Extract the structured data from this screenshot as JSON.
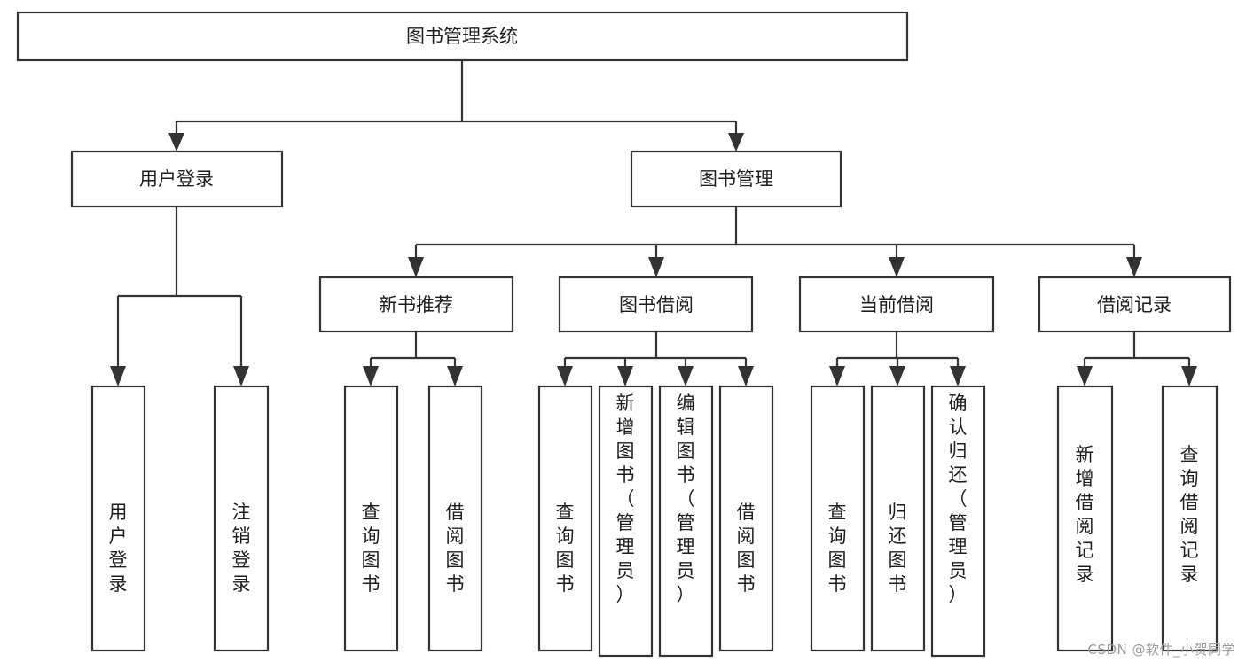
{
  "diagram": {
    "type": "tree-hierarchy",
    "title": "图书管理系统",
    "colors": {
      "box_fill": "#ffffff",
      "box_stroke": "#333333",
      "text": "#1d1d1d",
      "background": "#ffffff",
      "watermark": "#9b9b9b"
    },
    "root": {
      "label": "图书管理系统"
    },
    "level2": [
      {
        "id": "user-login",
        "label": "用户登录"
      },
      {
        "id": "book-management",
        "label": "图书管理"
      }
    ],
    "level3": [
      {
        "id": "new-book-recommend",
        "label": "新书推荐",
        "parent": "book-management"
      },
      {
        "id": "book-borrow",
        "label": "图书借阅",
        "parent": "book-management"
      },
      {
        "id": "current-borrow",
        "label": "当前借阅",
        "parent": "book-management"
      },
      {
        "id": "borrow-record",
        "label": "借阅记录",
        "parent": "book-management"
      }
    ],
    "leaves": [
      {
        "id": "leaf-user-login",
        "label": "用户登录",
        "parent": "user-login"
      },
      {
        "id": "leaf-logout-login",
        "label": "注销登录",
        "parent": "user-login"
      },
      {
        "id": "leaf-query-book-1",
        "label": "查询图书",
        "parent": "new-book-recommend"
      },
      {
        "id": "leaf-borrow-book-1",
        "label": "借阅图书",
        "parent": "new-book-recommend"
      },
      {
        "id": "leaf-query-book-2",
        "label": "查询图书",
        "parent": "book-borrow"
      },
      {
        "id": "leaf-add-book",
        "label": "新增图书（管理员）",
        "parent": "book-borrow"
      },
      {
        "id": "leaf-edit-book",
        "label": "编辑图书（管理员）",
        "parent": "book-borrow"
      },
      {
        "id": "leaf-borrow-book-2",
        "label": "借阅图书",
        "parent": "book-borrow"
      },
      {
        "id": "leaf-query-book-3",
        "label": "查询图书",
        "parent": "current-borrow"
      },
      {
        "id": "leaf-return-book",
        "label": "归还图书",
        "parent": "current-borrow"
      },
      {
        "id": "leaf-confirm-return",
        "label": "确认归还（管理员）",
        "parent": "current-borrow"
      },
      {
        "id": "leaf-add-record",
        "label": "新增借阅记录",
        "parent": "borrow-record"
      },
      {
        "id": "leaf-query-record",
        "label": "查询借阅记录",
        "parent": "borrow-record"
      }
    ],
    "watermark": "CSDN @软件_小贺同学"
  }
}
